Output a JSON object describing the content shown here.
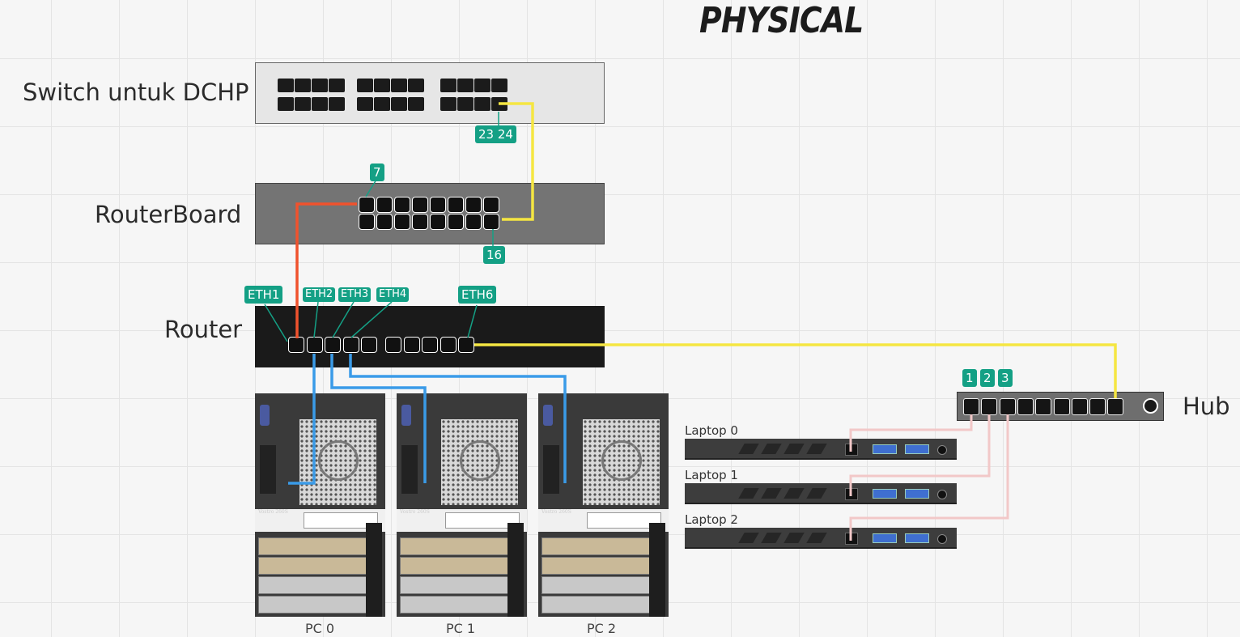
{
  "title": "PHYSICAL",
  "devices": {
    "switch": "Switch untuk DCHP",
    "routerboard": "RouterBoard",
    "router": "Router",
    "hub": "Hub"
  },
  "badges": {
    "switch_ports": "23 24",
    "rb_port_top": "7",
    "rb_port_bottom": "16",
    "eth1": "ETH1",
    "eth2": "ETH2",
    "eth3": "ETH3",
    "eth4": "ETH4",
    "eth6": "ETH6",
    "hub_1": "1",
    "hub_2": "2",
    "hub_3": "3"
  },
  "pcs": [
    "PC 0",
    "PC 1",
    "PC 2"
  ],
  "pc_brand": "Vostro 260S",
  "laptops": [
    "Laptop 0",
    "Laptop 1",
    "Laptop 2"
  ],
  "colors": {
    "badge": "#14a085",
    "yellow_cable": "#f5e642",
    "orange_cable": "#f0522d",
    "blue_cable": "#3a9be8",
    "pink_cable": "#f2c8c8",
    "teal_leader": "#14a085"
  }
}
